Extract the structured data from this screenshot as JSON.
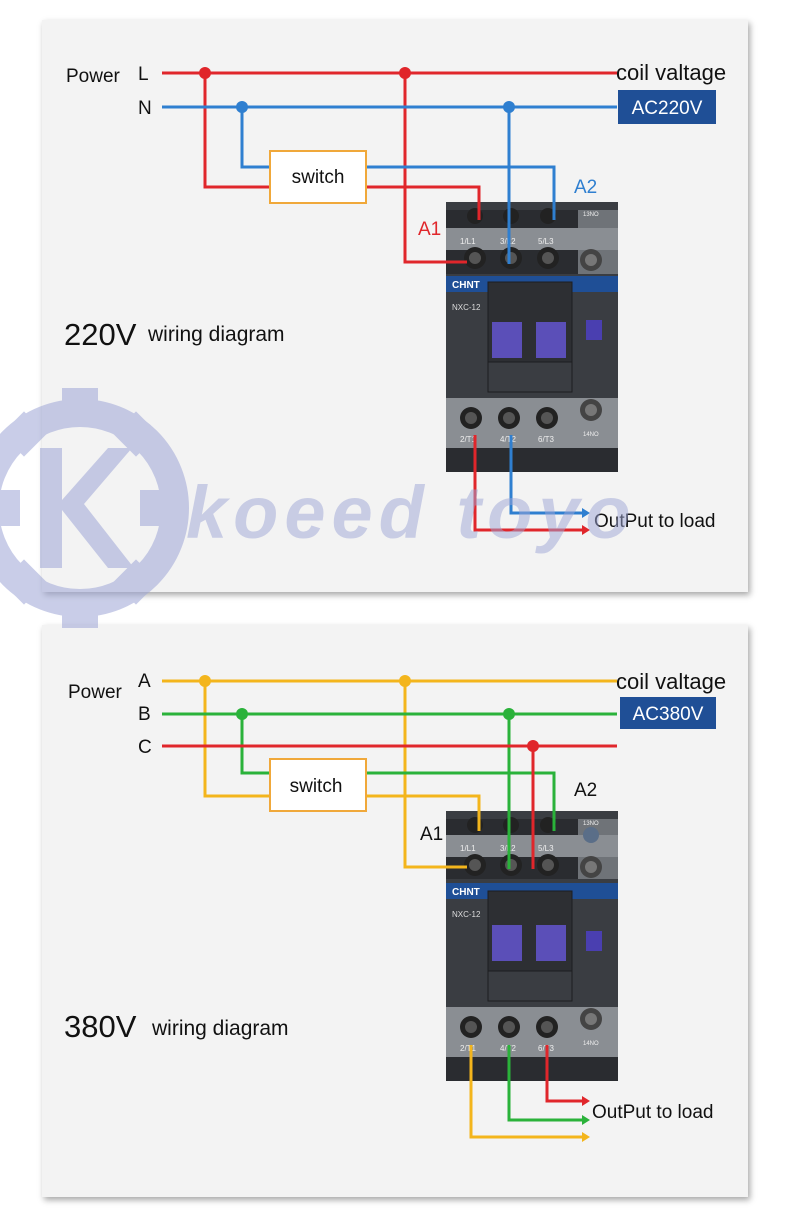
{
  "panels": [
    {
      "power_label": "Power",
      "line_labels": [
        "L",
        "N"
      ],
      "coil_title": "coil valtage",
      "coil_voltage": "AC220V",
      "switch_label": "switch",
      "a1_label": "A1",
      "a2_label": "A2",
      "brand": "CHNT",
      "model": "NXC-12",
      "top_terminals": [
        "1/L1",
        "3/L2",
        "5/L3"
      ],
      "bottom_terminals": [
        "2/T1",
        "4/T2",
        "6/T3"
      ],
      "aux_top": "13NO",
      "aux_bottom": "14NO",
      "caption_voltage": "220V",
      "caption_text": "wiring diagram",
      "output_label": "OutPut to load"
    },
    {
      "power_label": "Power",
      "line_labels": [
        "A",
        "B",
        "C"
      ],
      "coil_title": "coil valtage",
      "coil_voltage": "AC380V",
      "switch_label": "switch",
      "a1_label": "A1",
      "a2_label": "A2",
      "brand": "CHNT",
      "model": "NXC-12",
      "top_terminals": [
        "1/L1",
        "3/L2",
        "5/L3"
      ],
      "bottom_terminals": [
        "2/T1",
        "4/T2",
        "6/T3"
      ],
      "aux_top": "13NO",
      "aux_bottom": "14NO",
      "caption_voltage": "380V",
      "caption_text": "wiring diagram",
      "output_label": "OutPut to load"
    }
  ],
  "watermark": "koeed toyo",
  "colors": {
    "red": "#e0262b",
    "blue": "#2f7fd0",
    "yellow": "#f3b51c",
    "green": "#2ab23a",
    "badge": "#1f4f96",
    "switch_border": "#f0a83a",
    "watermark": "#9ea6d6"
  }
}
